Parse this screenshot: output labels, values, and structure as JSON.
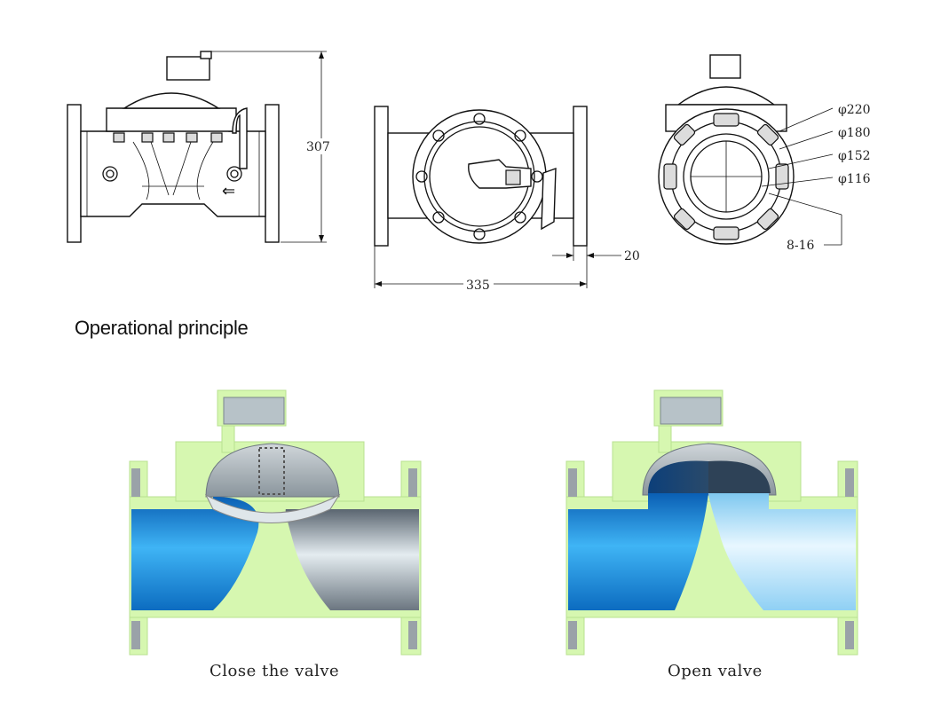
{
  "dimensions": {
    "height": "307",
    "length": "335",
    "flange_thickness": "20",
    "d1": "φ220",
    "d2": "φ180",
    "d3": "φ152",
    "d4": "φ116",
    "bolts": "8-16"
  },
  "section_title": "Operational principle",
  "captions": {
    "closed": "Close the valve",
    "open": "Open valve"
  },
  "colors": {
    "water": "#1e90e6",
    "body_green": "#d6f7b0",
    "metal": "#9aa6ae"
  }
}
